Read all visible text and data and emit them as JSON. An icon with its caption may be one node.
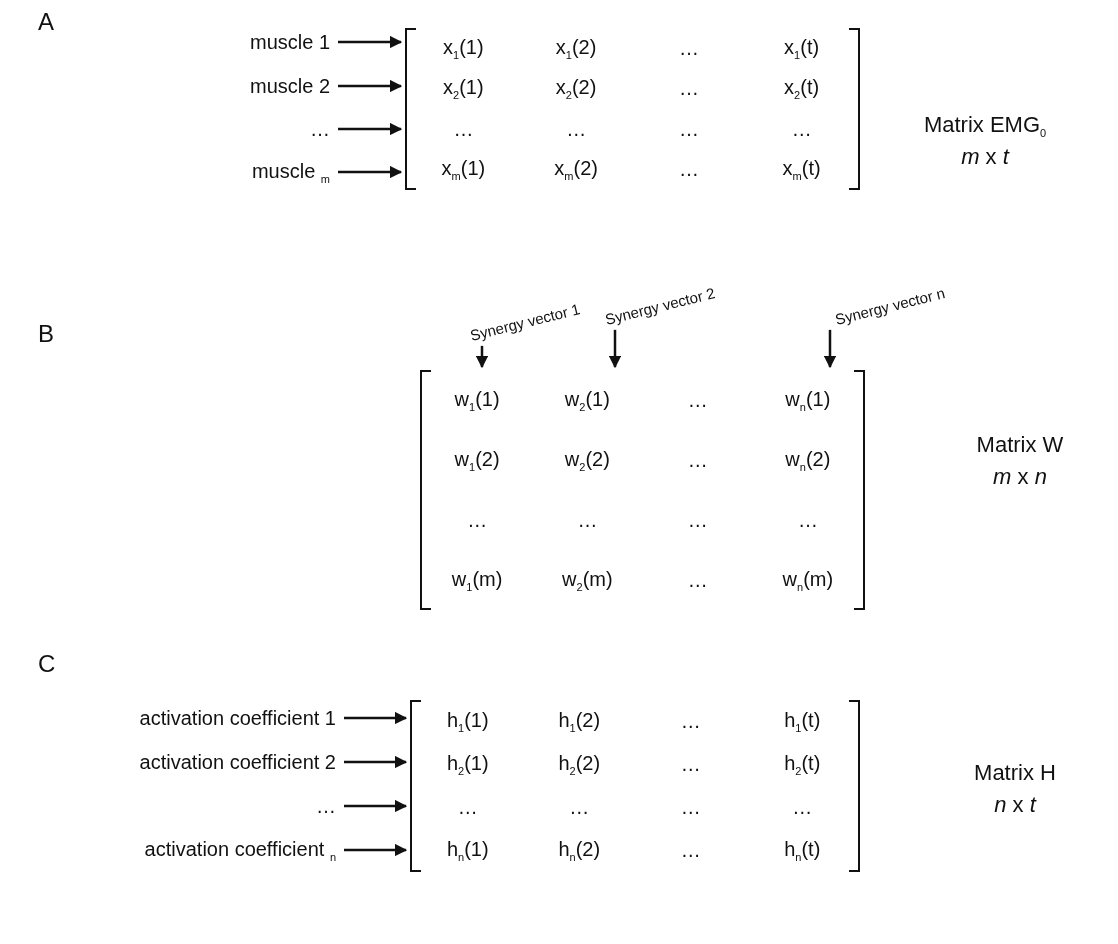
{
  "diagram": {
    "nodes": [
      {
        "text": [
          "muscle 1"
        ]
      },
      {
        "text": [
          "muscle 2"
        ]
      },
      {
        "text": [
          "…"
        ]
      },
      {
        "text": [
          "muscle $_{m}$"
        ]
      },
      {
        "text": [
          "x$_{1}$(1)",
          "x$_{1}$(2)",
          "…",
          "x$_{1}$(t)",
          "x$_{2}$(1)",
          "x$_{2}$(2)",
          "…",
          "x$_{2}$(t)",
          "…",
          "…",
          "…",
          "…",
          "x$_{m}$(1)",
          "x$_{m}$(2)",
          "…",
          "x$_{m}$(t)"
        ],
        "beside": [
          "Matrix EMG$_{0}$",
          "*m* x *t*"
        ]
      },
      {
        "text": [
          "Synergy vector 1"
        ]
      },
      {
        "text": [
          "Synergy vector 2"
        ]
      },
      {
        "text": [
          "Synergy vector n"
        ]
      },
      {
        "text": [
          "w$_{1}$(1)",
          "w$_{2}$(1)",
          "…",
          "w$_{n}$(1)",
          "w$_{1}$(2)",
          "w$_{2}$(2)",
          "…",
          "w$_{n}$(2)",
          "…",
          "…",
          "…",
          "…",
          "w$_{1}$(m)",
          "w$_{2}$(m)",
          "…",
          "w$_{n}$(m)"
        ],
        "beside": [
          "Matrix W",
          "*m* x *n*"
        ]
      },
      {
        "text": [
          "activation coefficient 1"
        ]
      },
      {
        "text": [
          "activation coefficient 2"
        ]
      },
      {
        "text": [
          "…"
        ]
      },
      {
        "text": [
          "activation coefficient $_{n}$"
        ]
      },
      {
        "text": [
          "h$_{1}$(1)",
          "h$_{1}$(2)",
          "…",
          "h$_{1}$(t)",
          "h$_{2}$(1)",
          "h$_{2}$(2)",
          "…",
          "h$_{2}$(t)",
          "…",
          "…",
          "…",
          "…",
          "h$_{n}$(1)",
          "h$_{n}$(2)",
          "…",
          "h$_{n}$(t)"
        ],
        "beside": [
          "Matrix H",
          "*n* x *t*"
        ]
      }
    ],
    "edges": [
      {
        "from": 0,
        "to": 4,
        "arrow": "to"
      },
      {
        "from": 1,
        "to": 4,
        "arrow": "to"
      },
      {
        "from": 2,
        "to": 4,
        "arrow": "to"
      },
      {
        "from": 3,
        "to": 4,
        "arrow": "to"
      },
      {
        "from": 5,
        "to": 8,
        "arrow": "to"
      },
      {
        "from": 6,
        "to": 8,
        "arrow": "to"
      },
      {
        "from": 7,
        "to": 8,
        "arrow": "to"
      },
      {
        "from": 9,
        "to": 13,
        "arrow": "to"
      },
      {
        "from": 10,
        "to": 13,
        "arrow": "to"
      },
      {
        "from": 11,
        "to": 13,
        "arrow": "to"
      },
      {
        "from": 12,
        "to": 13,
        "arrow": "to"
      }
    ],
    "labels": [
      "A",
      "B",
      "C"
    ]
  }
}
